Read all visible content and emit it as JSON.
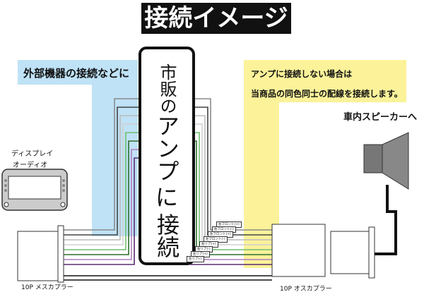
{
  "title": "接続イメージ",
  "external_note": "外部機器の接続などに",
  "amp_label": "市販のアンプに接続",
  "amp_lines": [
    "市販の",
    "アンプ",
    "に",
    "接続"
  ],
  "bypass_note": [
    "アンプに接続しない場合は",
    "当商品の同色同士の配線を接続します。"
  ],
  "speaker_label": "車内スピーカーへ",
  "display_label": [
    "ディスプレイ",
    "オーディオ"
  ],
  "left_coupler": "10P メスカプラー",
  "right_coupler": "10P オスカプラー",
  "wire_labels": [
    "右フロント(+)",
    "右フロント(-)",
    "左フロント(+)",
    "左フロント(-)",
    "右リア(+)",
    "右リア(-)",
    "左リア(+)",
    "左リア(-)"
  ],
  "wire_colors": [
    "#8a8a8a",
    "#444444",
    "#bbbbbb",
    "#d0d0d0",
    "#6fbf6f",
    "#2f6f2f",
    "#b07fc0",
    "#5a2a70"
  ],
  "colors": {
    "blue_band": "#bfe2f6",
    "yellow_band": "#fbf29a",
    "title_bg": "#111111"
  }
}
